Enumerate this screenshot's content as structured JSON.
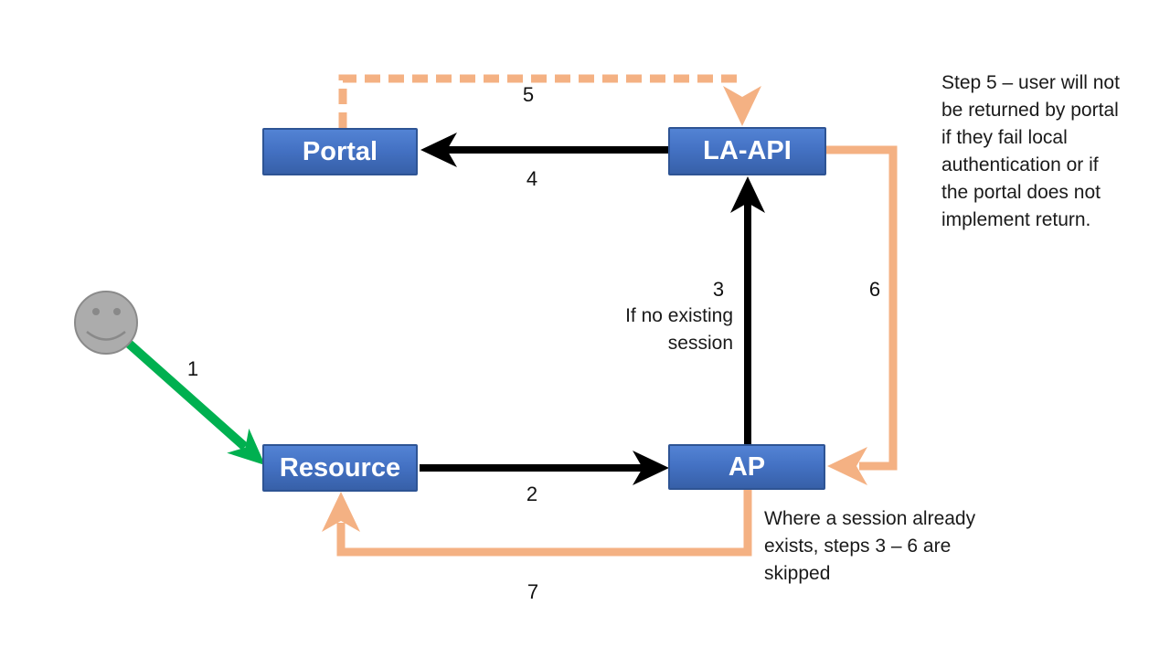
{
  "nodes": {
    "portal": {
      "label": "Portal"
    },
    "la_api": {
      "label": "LA-API"
    },
    "resource": {
      "label": "Resource"
    },
    "ap": {
      "label": "AP"
    }
  },
  "step_labels": {
    "1": "1",
    "2": "2",
    "3": "3",
    "4": "4",
    "5": "5",
    "6": "6",
    "7": "7"
  },
  "annotations": {
    "no_session": "If no existing\nsession",
    "step5_note": "Step 5 – user will not\nbe returned by portal\nif they fail local\nauthentication or if\nthe portal does not\nimplement return.",
    "session_note": "Where a session already\nexists, steps 3 – 6 are\nskipped"
  },
  "icons": {
    "user_actor": "smiley-face-icon"
  },
  "colors": {
    "node_fill": "#4472C4",
    "node_border": "#2E5494",
    "arrow_black": "#000000",
    "arrow_orange": "#F4B183",
    "arrow_green": "#00B050",
    "actor_gray": "#ACACAC",
    "actor_outline": "#8A8A8A"
  }
}
